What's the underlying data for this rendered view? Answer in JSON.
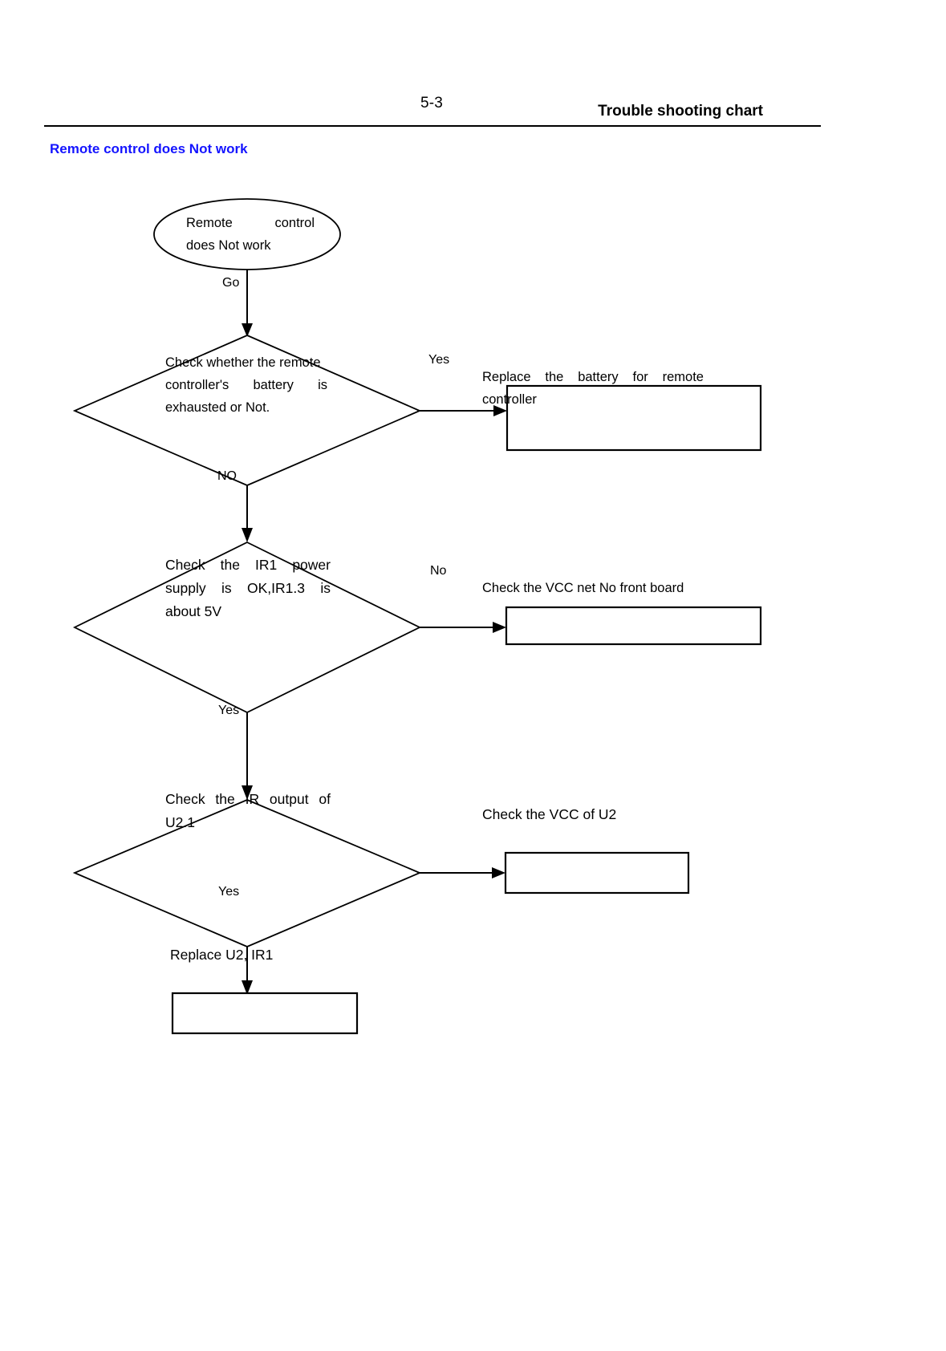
{
  "header": {
    "page_number": "5-3",
    "title": "Trouble shooting chart",
    "section_title": "Remote control does Not work",
    "section_color": "#1414ff"
  },
  "chart_data": {
    "type": "diagram",
    "title": "Remote control does Not work",
    "nodes": [
      {
        "id": "start",
        "shape": "oval",
        "lines": [
          "Remote    control",
          "does Not work"
        ],
        "text": "Remote control does Not work"
      },
      {
        "id": "decision-battery",
        "shape": "diamond",
        "lines": [
          "Check whether the remote",
          "controller's    battery    is",
          "exhausted   or Not."
        ],
        "text": "Check whether the remote controller's battery is exhausted or Not."
      },
      {
        "id": "action-replace-battery",
        "shape": "rect",
        "lines": [
          "Replace   the   battery   for   remote",
          "controller"
        ],
        "text": "Replace the battery for remote controller"
      },
      {
        "id": "decision-ir1-power",
        "shape": "diamond",
        "lines": [
          "Check  the  IR1  power",
          "supply  is  OK,IR1.3  is",
          "about 5V"
        ],
        "text": "Check the IR1 power supply is OK,IR1.3 is about 5V"
      },
      {
        "id": "action-check-vcc-front-board",
        "shape": "rect",
        "lines": [
          "Check the VCC net No front board"
        ],
        "text": "Check the VCC net No front board"
      },
      {
        "id": "decision-ir-output",
        "shape": "diamond",
        "lines": [
          "Check  the  IR output  of",
          "U2.1"
        ],
        "text": "Check the IR output of U2.1"
      },
      {
        "id": "action-check-vcc-u2",
        "shape": "rect",
        "lines": [
          "Check the VCC of U2"
        ],
        "text": "Check the VCC of U2"
      },
      {
        "id": "action-replace-u2-ir1",
        "shape": "rect",
        "lines": [
          "Replace U2, IR1"
        ],
        "text": "Replace U2, IR1"
      }
    ],
    "edges": [
      {
        "id": "e-start-battery",
        "from": "start",
        "to": "decision-battery",
        "label": "Go"
      },
      {
        "id": "e-battery-yes",
        "from": "decision-battery",
        "to": "action-replace-battery",
        "label": "Yes"
      },
      {
        "id": "e-battery-no",
        "from": "decision-battery",
        "to": "decision-ir1-power",
        "label": "NO"
      },
      {
        "id": "e-ir1-no",
        "from": "decision-ir1-power",
        "to": "action-check-vcc-front-board",
        "label": "No"
      },
      {
        "id": "e-ir1-yes",
        "from": "decision-ir1-power",
        "to": "decision-ir-output",
        "label": "Yes"
      },
      {
        "id": "e-irout-right",
        "from": "decision-ir-output",
        "to": "action-check-vcc-u2",
        "label": ""
      },
      {
        "id": "e-irout-yes",
        "from": "decision-ir-output",
        "to": "action-replace-u2-ir1",
        "label": "Yes"
      }
    ]
  }
}
